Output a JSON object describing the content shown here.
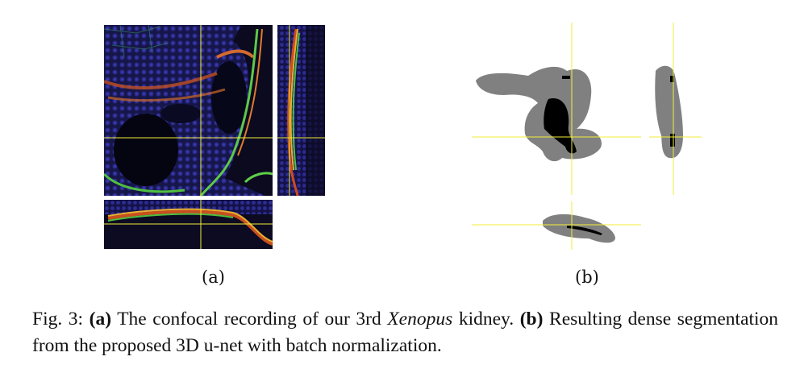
{
  "figure": {
    "subfigures": [
      {
        "label": "(a)"
      },
      {
        "label": "(b)"
      }
    ],
    "caption": {
      "prefix": "Fig. 3:",
      "part_a_label": "(a)",
      "part_a_text_1": "The confocal recording of our 3rd",
      "part_a_italic": "Xenopus",
      "part_a_text_2": "kidney.",
      "part_b_label": "(b)",
      "part_b_text": "Resulting dense segmentation from the proposed 3D u-net with batch normalization."
    },
    "colors": {
      "crosshair": "#f2ee3a",
      "segmentation_gray": "#808080",
      "segmentation_black": "#000000",
      "microscopy_background": "#0d0a24"
    }
  }
}
